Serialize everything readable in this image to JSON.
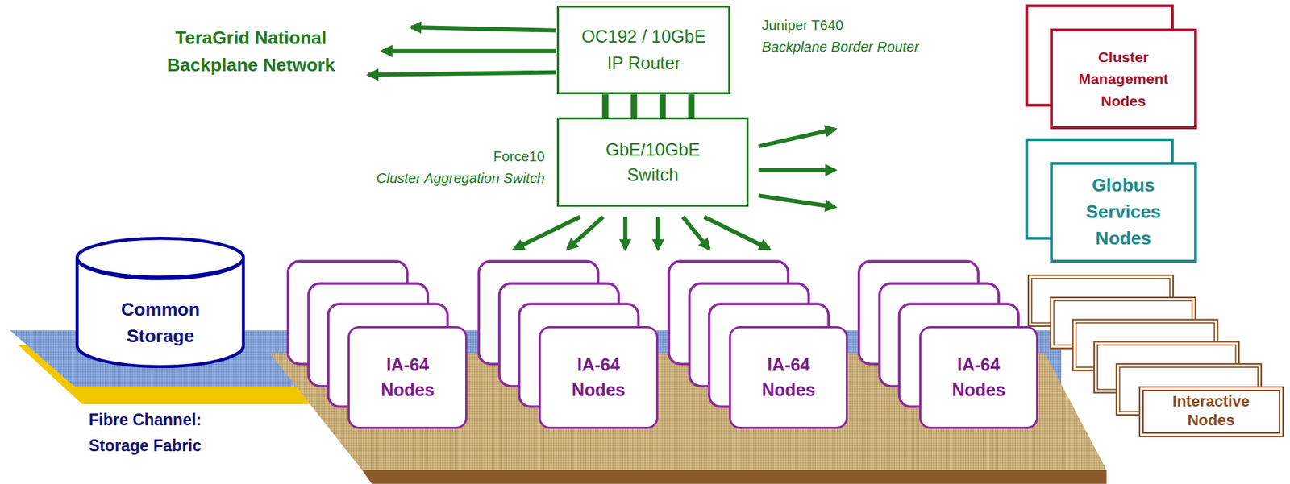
{
  "diagram": {
    "nodes": [
      {
        "text": [
          "OC192 / 10GbE IP Router"
        ]
      },
      {
        "text": [
          "GbE/10GbE Switch"
        ]
      },
      {
        "text": [
          "Common Storage"
        ]
      },
      {
        "text": [
          "IA-64 Nodes"
        ]
      },
      {
        "text": [
          "IA-64 Nodes"
        ]
      },
      {
        "text": [
          "IA-64 Nodes"
        ]
      },
      {
        "text": [
          "IA-64 Nodes"
        ]
      },
      {
        "text": [
          "Cluster Management Nodes"
        ]
      },
      {
        "text": [
          "Globus Services Nodes"
        ]
      },
      {
        "text": [
          "Interactive Nodes"
        ]
      }
    ],
    "edges": [
      {
        "from": 0,
        "to": 1,
        "arrow": "none"
      },
      {
        "from": 0,
        "to": 1,
        "arrow": "none"
      },
      {
        "from": 0,
        "to": 1,
        "arrow": "none"
      },
      {
        "from": 0,
        "to": 1,
        "arrow": "none"
      }
    ],
    "labels": [
      "TeraGrid National Backplane Network",
      "Juniper T640",
      "Backplane Border Router",
      "Force10",
      "Cluster Aggregation Switch",
      "Fibre Channel: Storage Fabric"
    ]
  }
}
